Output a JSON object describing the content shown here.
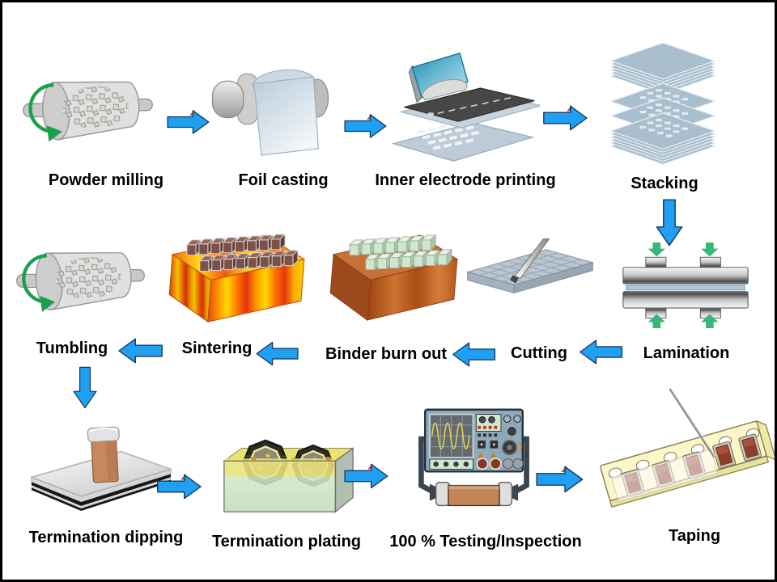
{
  "diagram_type": "process-flow",
  "steps": [
    {
      "id": "powder-milling",
      "label": "Powder milling",
      "icon": "ball-mill"
    },
    {
      "id": "foil-casting",
      "label": "Foil casting",
      "icon": "foil-roll"
    },
    {
      "id": "inner-electrode-printing",
      "label": "Inner electrode printing",
      "icon": "screen-printer"
    },
    {
      "id": "stacking",
      "label": "Stacking",
      "icon": "sheet-stack"
    },
    {
      "id": "lamination",
      "label": "Lamination",
      "icon": "hydraulic-press"
    },
    {
      "id": "cutting",
      "label": "Cutting",
      "icon": "blade-cutter"
    },
    {
      "id": "binder-burn-out",
      "label": "Binder burn out",
      "icon": "burnout-tray"
    },
    {
      "id": "sintering",
      "label": "Sintering",
      "icon": "sintering-tray"
    },
    {
      "id": "tumbling",
      "label": "Tumbling",
      "icon": "ball-mill"
    },
    {
      "id": "termination-dipping",
      "label": "Termination dipping",
      "icon": "dipping-plate"
    },
    {
      "id": "termination-plating",
      "label": "Termination plating",
      "icon": "plating-tank"
    },
    {
      "id": "testing-inspection",
      "label": "100 % Testing/Inspection",
      "icon": "test-instrument"
    },
    {
      "id": "taping",
      "label": "Taping",
      "icon": "carrier-tape"
    }
  ],
  "flow_order": [
    "Powder milling",
    "Foil casting",
    "Inner electrode printing",
    "Stacking",
    "Lamination",
    "Cutting",
    "Binder burn out",
    "Sintering",
    "Tumbling",
    "Termination dipping",
    "Termination plating",
    "100 % Testing/Inspection",
    "Taping"
  ],
  "colors": {
    "arrow_fill": "#1FA0F2",
    "arrow_outline": "#17375E",
    "press_arrow_green": "#35B878",
    "rotation_arrow_green": "#18A04B",
    "label_text": "#000000",
    "background": "#FFFFFF",
    "frame": "#000000"
  }
}
